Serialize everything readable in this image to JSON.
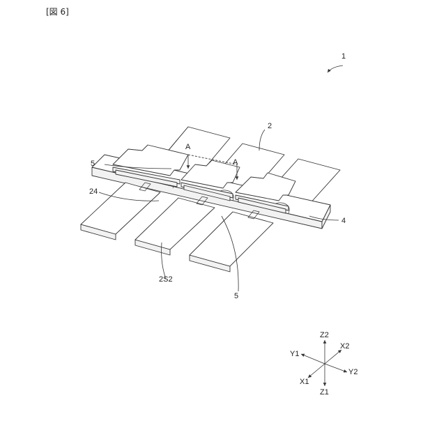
{
  "figure": {
    "label": "[図 6]"
  },
  "refs": {
    "device": "1",
    "top_leads": "2",
    "lower_leads": "2S2",
    "bar": "4",
    "chip_upper": "5",
    "chip_lower": "5",
    "notch": "24"
  },
  "section": {
    "a_left": "A",
    "a_right": "A"
  },
  "axes": {
    "z2": "Z2",
    "z1": "Z1",
    "x1": "X1",
    "x2": "X2",
    "y1": "Y1",
    "y2": "Y2"
  }
}
